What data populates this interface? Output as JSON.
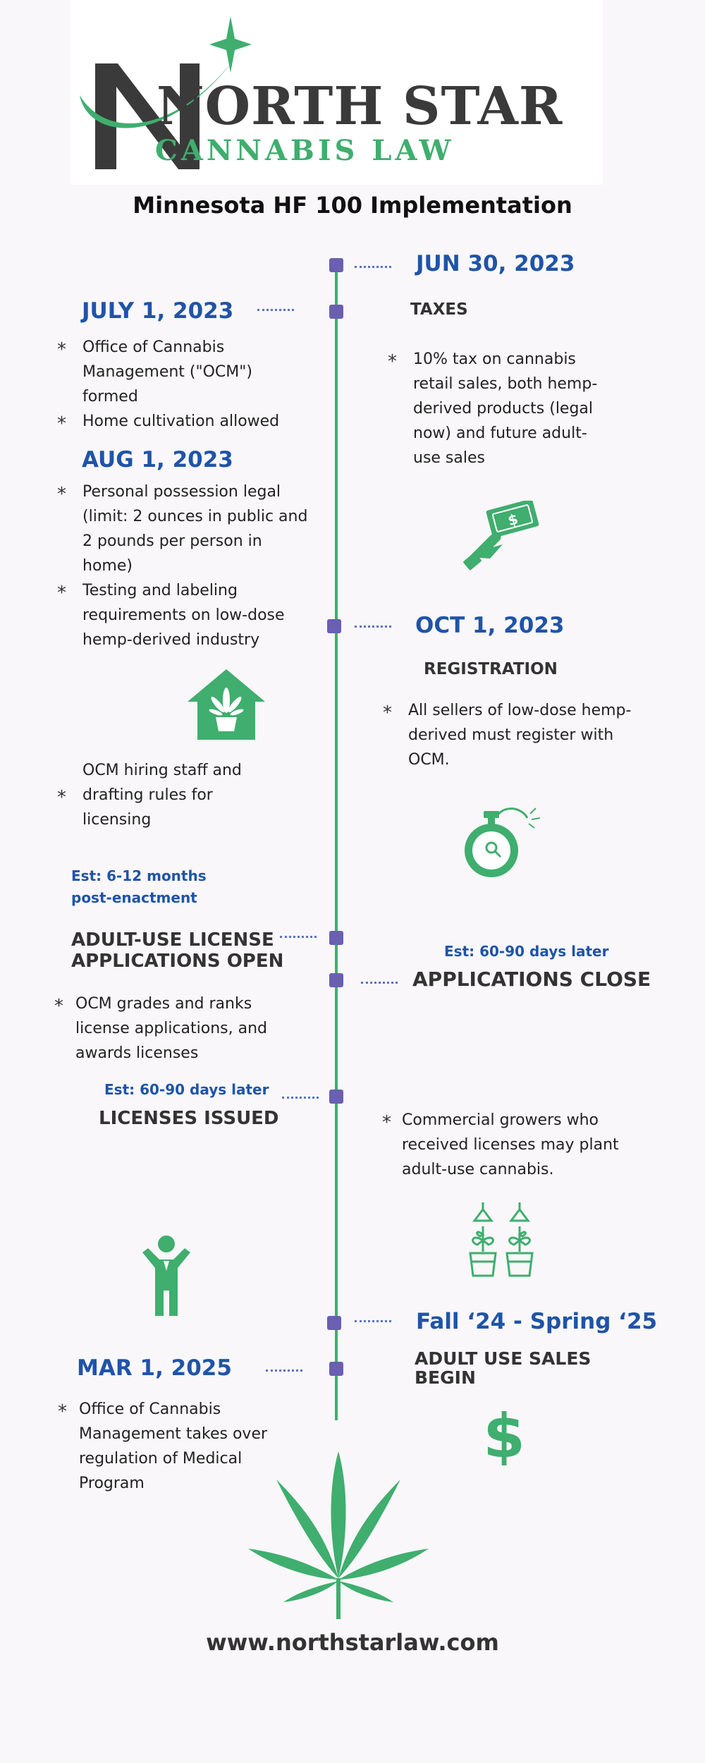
{
  "brand": {
    "name": "NORTH STAR",
    "subtitle": "CANNABIS LAW",
    "colors": {
      "green": "#3fae6e",
      "dark": "#3a3a3a",
      "node": "#6a5fb0",
      "date_blue": "#1f54a8"
    }
  },
  "title": "Minnesota HF 100 Implementation",
  "left": {
    "july": {
      "date": "JULY 1, 2023",
      "bullets": [
        "Office of Cannabis Management (\"OCM\") formed",
        "Home cultivation allowed"
      ]
    },
    "aug": {
      "date": "AUG 1, 2023",
      "bullets": [
        "Personal possession legal (limit: 2 ounces in public and 2 pounds per person in home)",
        "Testing and labeling requirements on low-dose hemp-derived industry"
      ]
    },
    "ocm_hiring": "OCM hiring staff and drafting rules for licensing",
    "est_months": [
      "Est: 6-12 months",
      "post-enactment"
    ],
    "applications_open": [
      "ADULT-USE LICENSE",
      "APPLICATIONS OPEN"
    ],
    "ocm_grades": "OCM grades and ranks license applications, and awards licenses",
    "est_licenses": "Est: 60-90 days later",
    "licenses_issued": "LICENSES ISSUED",
    "mar": {
      "date": "MAR 1, 2025",
      "bullet": "Office of Cannabis Management takes over regulation of Medical Program"
    }
  },
  "right": {
    "jun": {
      "date": "JUN 30, 2023",
      "heading": "TAXES",
      "bullet": "10% tax on cannabis retail sales, both hemp-derived products (legal now) and future adult-use sales"
    },
    "oct": {
      "date": "OCT 1, 2023",
      "heading": "REGISTRATION",
      "bullet": "All sellers of low-dose hemp-derived must register with OCM."
    },
    "est_close": "Est: 60-90 days later",
    "applications_close": "APPLICATIONS CLOSE",
    "growers": "Commercial growers who received licenses may plant adult-use cannabis.",
    "fall": {
      "date": "Fall ‘24 - Spring ‘25",
      "heading": [
        "ADULT USE SALES",
        "BEGIN"
      ]
    }
  },
  "icons": [
    "north-star-logo",
    "money-hand-icon",
    "cannabis-house-icon",
    "stopwatch-icon",
    "grow-lights-icon",
    "person-icon",
    "dollar-icon",
    "cannabis-leaf-icon"
  ],
  "footer": "www.northstarlaw.com"
}
